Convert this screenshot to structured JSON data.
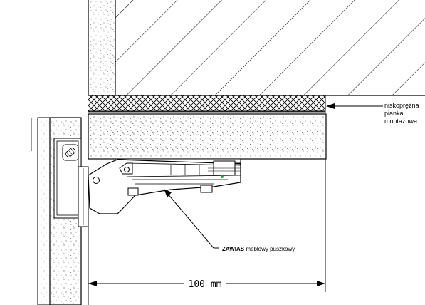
{
  "labels": {
    "foam_line1": "niskoprężna",
    "foam_line2": "pianka",
    "foam_line3": "montażowa",
    "hinge_bold": "ZAWIAS",
    "hinge_rest": " meblowy puszkowy",
    "dimension": "100 mm"
  },
  "colors": {
    "line": "#000000",
    "green_dot": "#22aa44",
    "background": "#ffffff"
  }
}
